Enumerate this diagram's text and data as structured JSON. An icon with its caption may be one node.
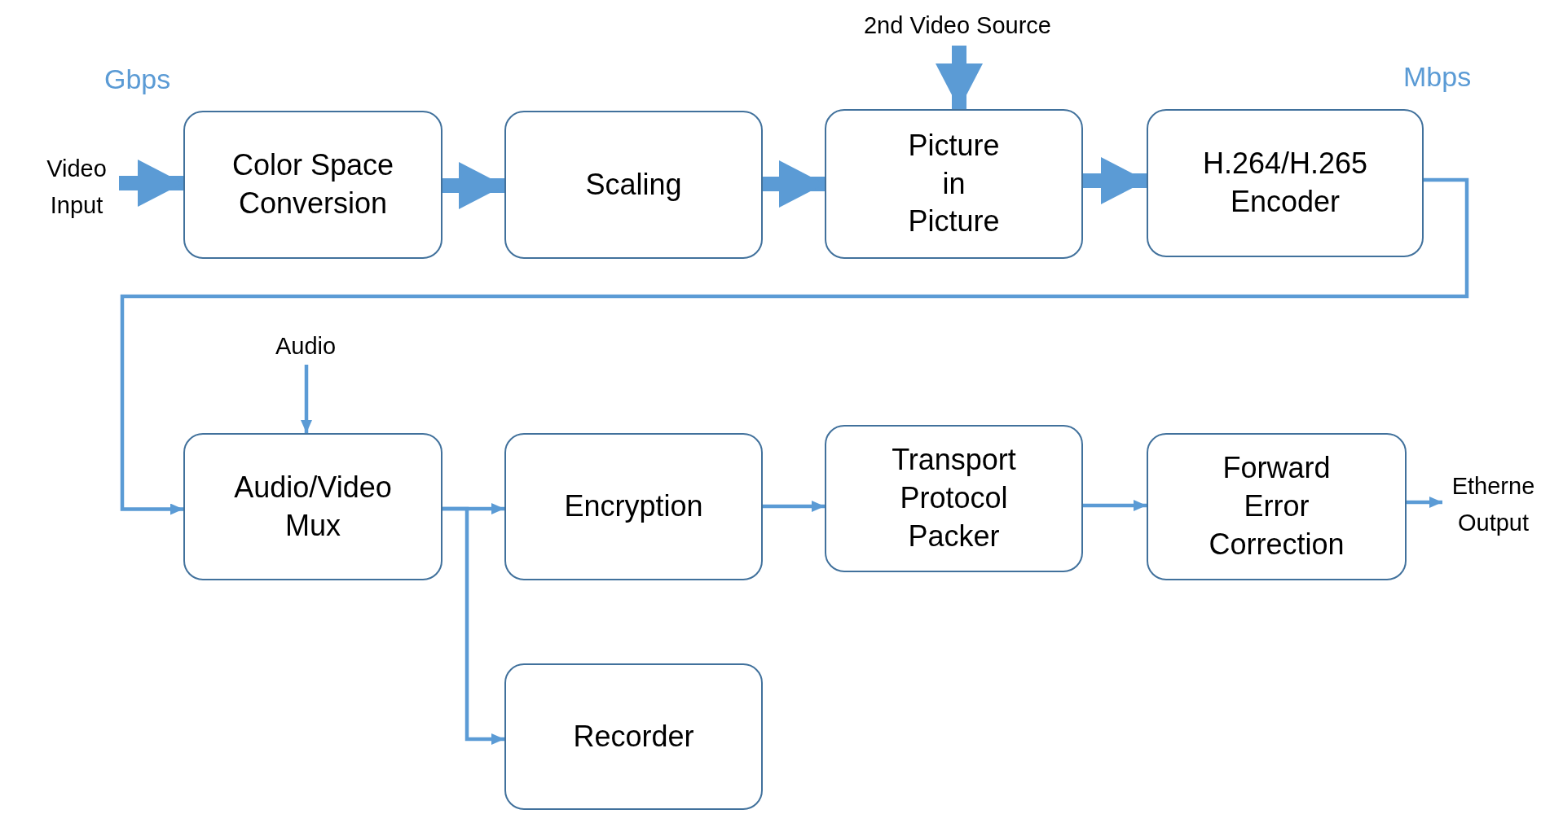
{
  "diagram": {
    "nodes": [
      {
        "text": [
          "Video Input"
        ]
      },
      {
        "text": [
          "Color Space Conversion"
        ]
      },
      {
        "text": [
          "Scaling"
        ]
      },
      {
        "text": [
          "Picture in Picture"
        ]
      },
      {
        "text": [
          "H.264/H.265 Encoder"
        ]
      },
      {
        "text": [
          "2nd Video Source"
        ]
      },
      {
        "text": [
          "Audio"
        ]
      },
      {
        "text": [
          "Audio/Video Mux"
        ]
      },
      {
        "text": [
          "Encryption"
        ]
      },
      {
        "text": [
          "Transport Protocol Packer"
        ]
      },
      {
        "text": [
          "Forward Error Correction"
        ]
      },
      {
        "text": [
          "Recorder"
        ]
      },
      {
        "text": [
          "Etherne Output"
        ]
      }
    ],
    "edges": [
      {
        "from": 0,
        "to": 1,
        "arrow": "to",
        "style": "thick"
      },
      {
        "from": 1,
        "to": 2,
        "arrow": "to",
        "style": "thick"
      },
      {
        "from": 2,
        "to": 3,
        "arrow": "to",
        "style": "thick"
      },
      {
        "from": 5,
        "to": 3,
        "arrow": "to",
        "style": "thick"
      },
      {
        "from": 3,
        "to": 4,
        "arrow": "to",
        "style": "thick"
      },
      {
        "from": 4,
        "to": 7,
        "arrow": "to"
      },
      {
        "from": 6,
        "to": 7,
        "arrow": "to"
      },
      {
        "from": 7,
        "to": 8,
        "arrow": "to"
      },
      {
        "from": 7,
        "to": 11,
        "arrow": "to"
      },
      {
        "from": 8,
        "to": 9,
        "arrow": "to"
      },
      {
        "from": 9,
        "to": 10,
        "arrow": "to"
      },
      {
        "from": 10,
        "to": 12,
        "arrow": "to"
      }
    ],
    "labels": [
      "Gbps",
      "Mbps"
    ]
  }
}
